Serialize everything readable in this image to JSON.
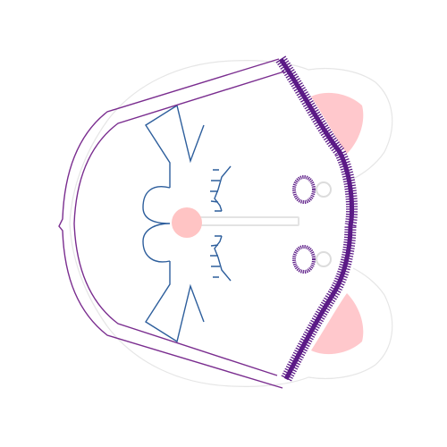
{
  "canvas": {
    "background": "#ffffff"
  },
  "colors": {
    "outline_faint": "#e6e6e6",
    "stitch_outline": "#7a2d8f",
    "satin_border": "#5b1a86",
    "ear_fill": "#ffc8cc",
    "nose_fill": "#ffc4c4",
    "whisker_blue": "#2d5e9c",
    "eye_purple": "#5b1a86",
    "eye_highlight": "#dcdcdc",
    "mouth_line": "#e3e3e3"
  },
  "elements": {
    "design": "cat-face-embroidery-design",
    "outer_outline": "faint-outline",
    "face_outline": "face-running-stitch",
    "border": "satin-stitch-border",
    "ears": "ear-fill",
    "nose": "nose-fill",
    "whiskers": "whisker-stitches",
    "eyes": "eye-satin",
    "eyelashes": "eyelash-stitches",
    "mouth": "mouth-line"
  }
}
